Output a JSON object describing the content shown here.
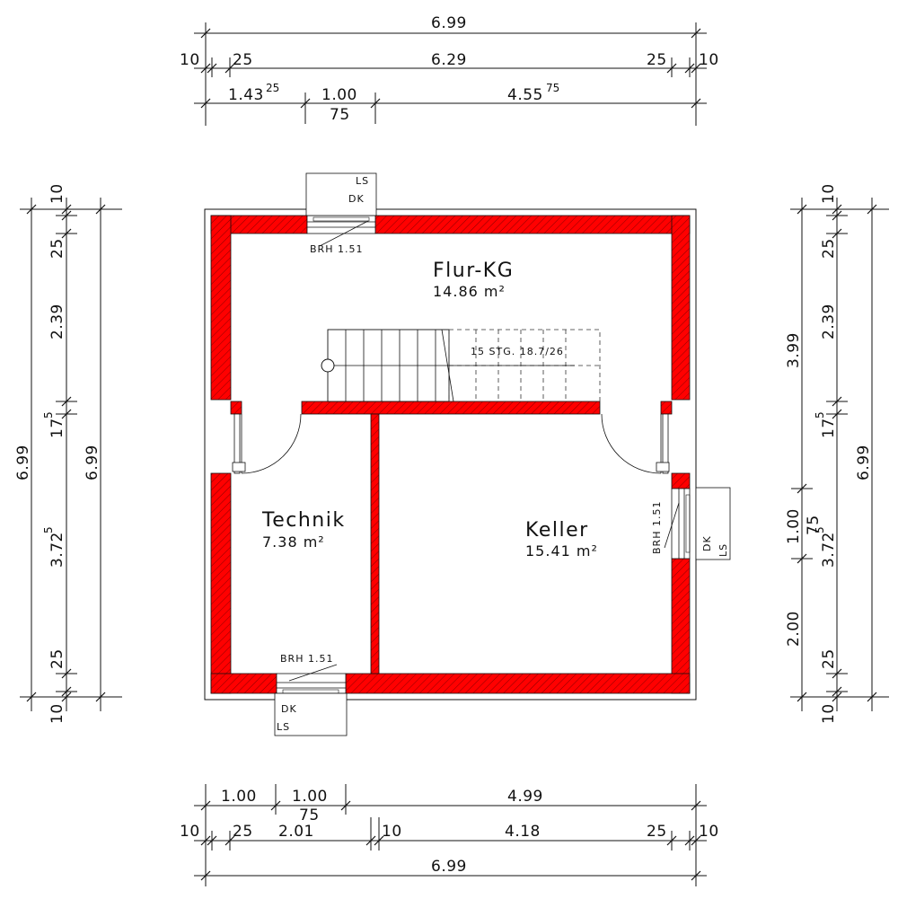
{
  "rooms": {
    "flur": {
      "name": "Flur-KG",
      "area": "14.86 m²"
    },
    "technik": {
      "name": "Technik",
      "area": "7.38 m²"
    },
    "keller": {
      "name": "Keller",
      "area": "15.41 m²"
    }
  },
  "stair_label": "15 STG. 18.7/26",
  "windows": {
    "top": {
      "ls": "LS",
      "dk": "DK",
      "brh": "BRH 1.51"
    },
    "bottom": {
      "ls": "LS",
      "dk": "DK",
      "brh": "BRH 1.51"
    },
    "right": {
      "ls": "LS",
      "dk": "DK",
      "brh": "BRH 1.51"
    }
  },
  "dims_top": {
    "total": "6.99",
    "wall_left": "10",
    "wall_left2": "25",
    "inner": "6.29",
    "wall_right2": "25",
    "wall_right": "10",
    "seg1": "1.43",
    "seg1_sup": "25",
    "seg2": "1.00",
    "seg2_sub": "75",
    "seg3": "4.55",
    "seg3_sup": "75"
  },
  "dims_bottom": {
    "seg1": "1.00",
    "seg2": "1.00",
    "seg2_sub": "75",
    "seg3": "4.99",
    "wall_left": "10",
    "wall_left2": "25",
    "technik": "2.01",
    "partition": "10",
    "keller": "4.18",
    "wall_right2": "25",
    "wall_right": "10",
    "total": "6.99"
  },
  "dims_left": {
    "total_outer": "6.99",
    "total_inner": "6.99",
    "wall_top": "10",
    "wall_top2": "25",
    "flur": "2.39",
    "partition": "17",
    "partition_sup": "5",
    "lower": "3.72",
    "lower_sup": "5",
    "wall_bottom2": "25",
    "wall_bottom": "10"
  },
  "dims_right": {
    "total": "6.99",
    "wall_top": "10",
    "wall_top2": "25",
    "flur": "2.39",
    "partition": "17",
    "partition_sup": "5",
    "lower": "3.72",
    "lower_sup": "5",
    "wall_bottom2": "25",
    "wall_bottom": "10",
    "upper_sum": "3.99",
    "window": "1.00",
    "window_sub": "75",
    "below_window": "2.00"
  }
}
